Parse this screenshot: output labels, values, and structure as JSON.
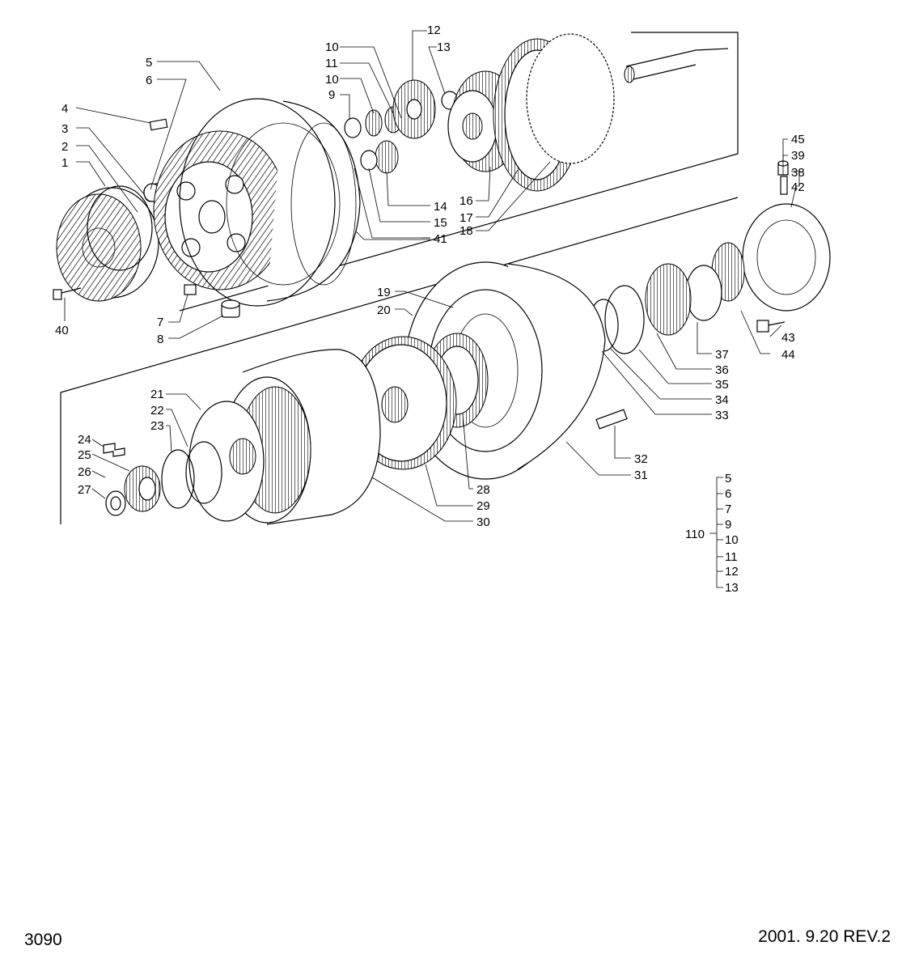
{
  "page_number": "3090",
  "revision": "2001. 9.20  REV.2",
  "callouts": [
    {
      "id": "1",
      "label": "1"
    },
    {
      "id": "2",
      "label": "2"
    },
    {
      "id": "3",
      "label": "3"
    },
    {
      "id": "4",
      "label": "4"
    },
    {
      "id": "5",
      "label": "5"
    },
    {
      "id": "6",
      "label": "6"
    },
    {
      "id": "7",
      "label": "7"
    },
    {
      "id": "8",
      "label": "8"
    },
    {
      "id": "9",
      "label": "9"
    },
    {
      "id": "10a",
      "label": "10"
    },
    {
      "id": "10b",
      "label": "10"
    },
    {
      "id": "11",
      "label": "11"
    },
    {
      "id": "12",
      "label": "12"
    },
    {
      "id": "13",
      "label": "13"
    },
    {
      "id": "14",
      "label": "14"
    },
    {
      "id": "15",
      "label": "15"
    },
    {
      "id": "16",
      "label": "16"
    },
    {
      "id": "17",
      "label": "17"
    },
    {
      "id": "18",
      "label": "18"
    },
    {
      "id": "19",
      "label": "19"
    },
    {
      "id": "20",
      "label": "20"
    },
    {
      "id": "21",
      "label": "21"
    },
    {
      "id": "22",
      "label": "22"
    },
    {
      "id": "23",
      "label": "23"
    },
    {
      "id": "24",
      "label": "24"
    },
    {
      "id": "25",
      "label": "25"
    },
    {
      "id": "26",
      "label": "26"
    },
    {
      "id": "27",
      "label": "27"
    },
    {
      "id": "28",
      "label": "28"
    },
    {
      "id": "29",
      "label": "29"
    },
    {
      "id": "30",
      "label": "30"
    },
    {
      "id": "31",
      "label": "31"
    },
    {
      "id": "32",
      "label": "32"
    },
    {
      "id": "33",
      "label": "33"
    },
    {
      "id": "34",
      "label": "34"
    },
    {
      "id": "35",
      "label": "35"
    },
    {
      "id": "36",
      "label": "36"
    },
    {
      "id": "37",
      "label": "37"
    },
    {
      "id": "38",
      "label": "38"
    },
    {
      "id": "39",
      "label": "39"
    },
    {
      "id": "40",
      "label": "40"
    },
    {
      "id": "41",
      "label": "41"
    },
    {
      "id": "42",
      "label": "42"
    },
    {
      "id": "43",
      "label": "43"
    },
    {
      "id": "44",
      "label": "44"
    },
    {
      "id": "45",
      "label": "45"
    }
  ],
  "kit": {
    "label": "110",
    "members": [
      "5",
      "6",
      "7",
      "9",
      "10",
      "11",
      "12",
      "13"
    ]
  }
}
